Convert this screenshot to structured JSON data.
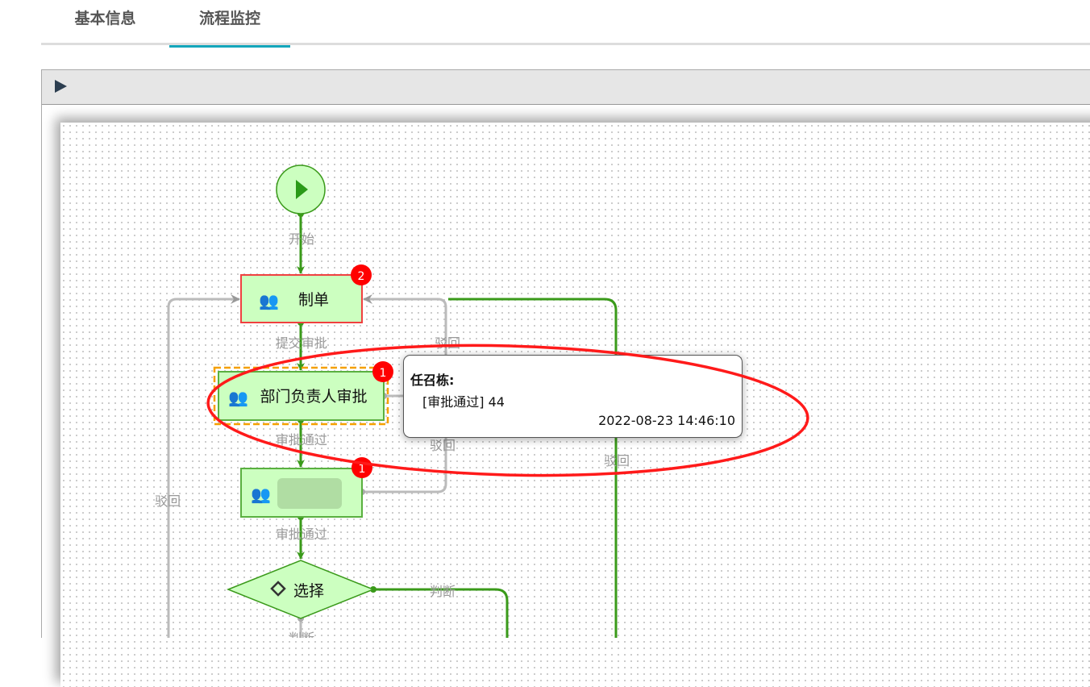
{
  "tabs": [
    {
      "label": "基本信息",
      "active": false
    },
    {
      "label": "流程监控",
      "active": true
    }
  ],
  "toolbar": {
    "run_icon": "play-icon"
  },
  "nodes": {
    "start": {
      "label": "开始"
    },
    "draft": {
      "label": "制单",
      "badge": "2"
    },
    "dept": {
      "label": "部门负责人审批",
      "badge": "1"
    },
    "third": {
      "label": "",
      "badge": "1"
    },
    "choice": {
      "label": "选择"
    }
  },
  "edges": {
    "submit": "提交审批",
    "pass1": "审批通过",
    "pass2": "审批通过",
    "judge1": "判断",
    "judge2": "判断",
    "reject1": "驳回",
    "reject2": "驳回",
    "reject3": "驳回",
    "reject4": "驳回"
  },
  "tooltip": {
    "name": "任召栋:",
    "record": "[审批通过] 44",
    "time": "2022-08-23 14:46:10"
  },
  "colors": {
    "accent": "#13a6bb",
    "node_fill": "#ccffc0",
    "flow_green": "#3a9a1a",
    "highlight": "#ff1a1a"
  }
}
